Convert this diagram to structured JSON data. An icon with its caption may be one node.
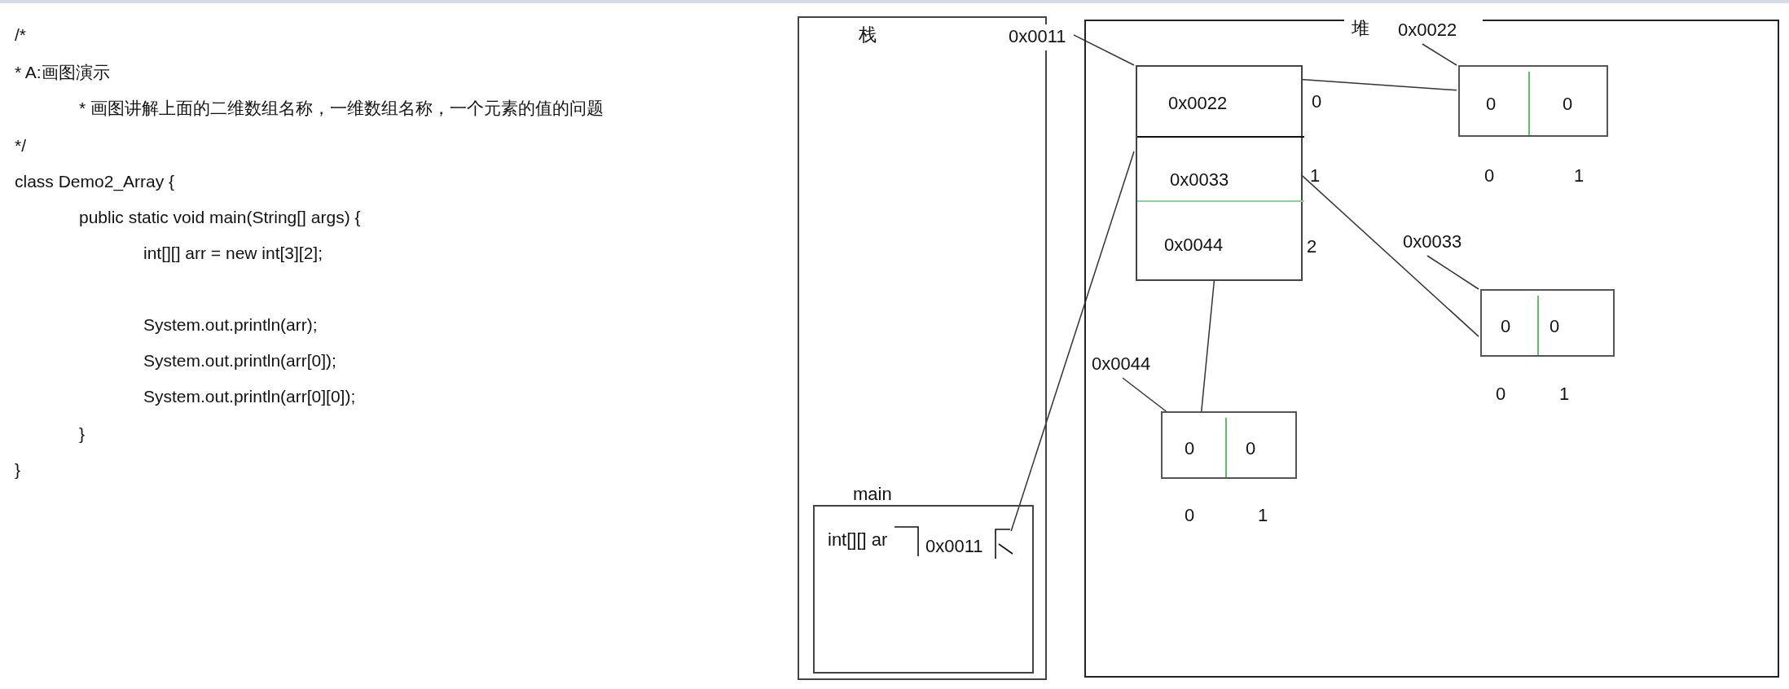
{
  "diagram": {
    "nodes": [
      {
        "text": [
          "栈"
        ]
      },
      {
        "text": [
          "main",
          "int[][] ar"
        ],
        "in": 0
      },
      {
        "text": [
          "0x0011"
        ],
        "in": 1
      },
      {
        "text": [
          "堆"
        ]
      },
      {
        "text": [
          "0x0011"
        ]
      },
      {
        "text": [],
        "shape": "box",
        "in": 3
      },
      {
        "text": [
          "0x0022"
        ],
        "beside": [
          "0"
        ],
        "in": 5
      },
      {
        "text": [
          "0x0033"
        ],
        "beside": [
          "1"
        ],
        "in": 5
      },
      {
        "text": [
          "0x0044"
        ],
        "in": 5
      },
      {
        "text": [
          "0x0022"
        ],
        "in": 3
      },
      {
        "text": [
          "0",
          "0"
        ],
        "beside": [
          "0",
          "1"
        ],
        "in": 3
      },
      {
        "text": [
          "0x0033"
        ],
        "in": 3
      },
      {
        "text": [
          "0",
          "0"
        ],
        "beside": [
          "0",
          "1"
        ],
        "in": 3
      },
      {
        "text": [
          "0x0044"
        ],
        "in": 3
      },
      {
        "text": [
          "0",
          "0"
        ],
        "beside": [
          "0",
          "1"
        ],
        "in": 3
      }
    ],
    "edges": [
      {
        "from": 2,
        "to": 5,
        "arrow": "none"
      },
      {
        "from": 4,
        "to": 5,
        "arrow": "none"
      },
      {
        "from": 6,
        "to": 10,
        "arrow": "none"
      },
      {
        "from": 9,
        "to": 10,
        "arrow": "none"
      },
      {
        "from": 7,
        "to": 12,
        "arrow": "none"
      },
      {
        "from": 11,
        "to": 12,
        "arrow": "none"
      },
      {
        "from": 8,
        "to": 14,
        "arrow": "none"
      },
      {
        "from": 13,
        "to": 14,
        "arrow": "none"
      }
    ],
    "labels": [
      "/*",
      "* A:画图演示",
      "* 画图讲解上面的二维数组名称，一维数组名称，一个元素的值的问题",
      "*/",
      "class Demo2_Array {",
      "public static void main(String[] args) {",
      "int[][] arr = new int[3][2];",
      "System.out.println(arr);",
      "System.out.println(arr[0]);",
      "System.out.println(arr[0][0]);",
      "}",
      "}",
      "2"
    ]
  }
}
